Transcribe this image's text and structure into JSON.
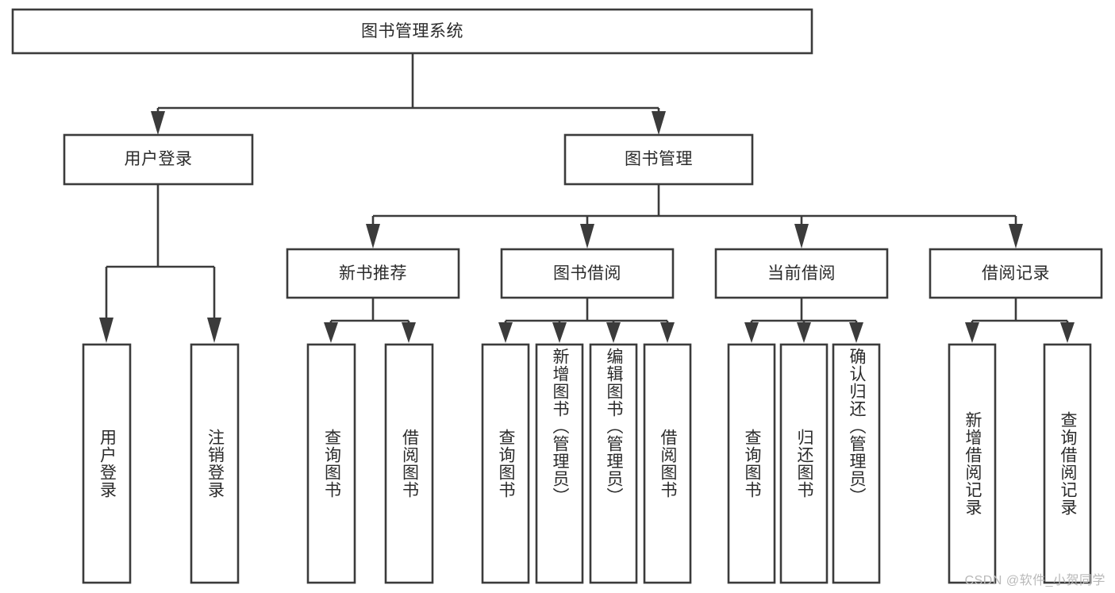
{
  "diagram": {
    "type": "tree-hierarchy",
    "title": "图书管理系统",
    "orientation": "top-down",
    "colors": {
      "stroke": "#3b3b3b",
      "box_fill": "#ffffff",
      "text": "#2b2b2b",
      "background": "#ffffff",
      "watermark": "#b9b9b9"
    },
    "root": {
      "label": "图书管理系统"
    },
    "level2": [
      {
        "label": "用户登录"
      },
      {
        "label": "图书管理"
      }
    ],
    "level3": [
      {
        "label": "新书推荐"
      },
      {
        "label": "图书借阅"
      },
      {
        "label": "当前借阅"
      },
      {
        "label": "借阅记录"
      }
    ],
    "leaves": {
      "user_login": [
        {
          "label": "用户登录"
        },
        {
          "label": "注销登录"
        }
      ],
      "new_book_recommend": [
        {
          "label": "查询图书"
        },
        {
          "label": "借阅图书"
        }
      ],
      "book_borrow": [
        {
          "label": "查询图书"
        },
        {
          "label": "新增图书（管理员）"
        },
        {
          "label": "编辑图书（管理员）"
        },
        {
          "label": "借阅图书"
        }
      ],
      "current_borrow": [
        {
          "label": "查询图书"
        },
        {
          "label": "归还图书"
        },
        {
          "label": "确认归还（管理员）"
        }
      ],
      "borrow_record": [
        {
          "label": "新增借阅记录"
        },
        {
          "label": "查询借阅记录"
        }
      ]
    }
  },
  "watermark": {
    "text": "CSDN @软件_小贺同学"
  }
}
